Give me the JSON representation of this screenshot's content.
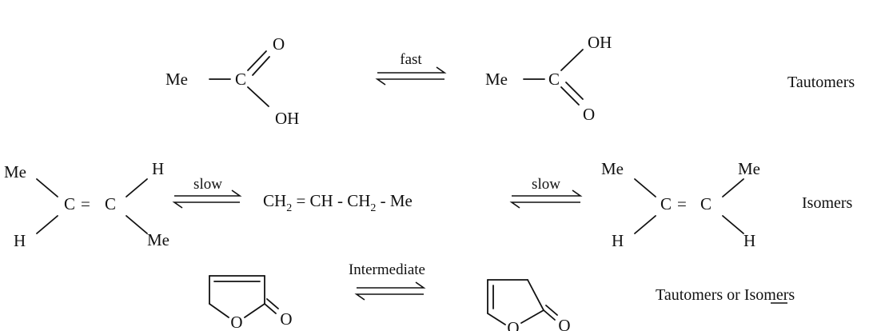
{
  "row1": {
    "left": {
      "me": "Me",
      "c": "C",
      "o": "O",
      "oh": "OH"
    },
    "arrow_label": "fast",
    "right": {
      "me": "Me",
      "c": "C",
      "o": "O",
      "oh": "OH"
    },
    "classification": "Tautomers"
  },
  "row2": {
    "left": {
      "me1": "Me",
      "h1": "H",
      "h2": "H",
      "me2": "Me",
      "c1": "C",
      "eq": "=",
      "c2": "C"
    },
    "arrow1_label": "slow",
    "middle": {
      "ch2": "CH",
      "ch2_sub": "2",
      "rest1": " = CH - CH",
      "rest1_sub": "2",
      "rest2": " - Me"
    },
    "arrow2_label": "slow",
    "right": {
      "me1": "Me",
      "me2": "Me",
      "h1": "H",
      "h2": "H",
      "c1": "C",
      "eq": "=",
      "c2": "C"
    },
    "classification": "Isomers"
  },
  "row3": {
    "left": {
      "o_ring": "O",
      "o_exo": "O"
    },
    "arrow_label": "Intermediate",
    "right": {
      "o_ring": "O",
      "o_exo": "O"
    },
    "classification_a": "Tautomers ",
    "classification_or": "or",
    "classification_b": " Isomers"
  }
}
